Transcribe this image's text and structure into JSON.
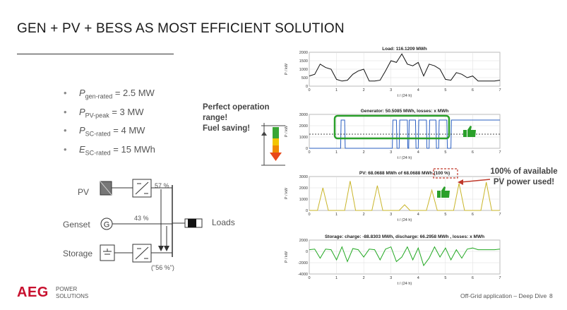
{
  "title": "GEN + PV + BESS AS MOST EFFICIENT SOLUTION",
  "params": [
    {
      "sym": "P",
      "sub": "gen-rated",
      "val": " = 2.5 MW"
    },
    {
      "sym": "P",
      "sub": "PV-peak",
      "val": " = 3 MW"
    },
    {
      "sym": "P",
      "sub": "SC-rated",
      "val": " = 4 MW"
    },
    {
      "sym": "E",
      "sub": "SC-rated",
      "val": " = 15 MWh"
    }
  ],
  "callout_left": [
    "Perfect operation",
    "range!",
    "Fuel saving!"
  ],
  "callout_right": [
    "100% of available",
    "PV power used!"
  ],
  "diagram": {
    "pv": "PV",
    "genset": "Genset",
    "storage": "Storage",
    "loads": "Loads",
    "pct_pv": "57 %",
    "pct_gen": "43 %",
    "pct_storage": "(\"56 %\")",
    "gen_symbol": "G"
  },
  "footer": {
    "logo": "AEG",
    "sub1": "POWER",
    "sub2": "SOLUTIONS",
    "right": "Off-Grid application – Deep Dive",
    "page": "8"
  },
  "colors": {
    "load": "#111111",
    "generator": "#2a5fc2",
    "pv": "#c9b52a",
    "storage": "#22a822",
    "highlight_box": "#2aa02a",
    "dashed_box": "#c0392b"
  },
  "chart_data": [
    {
      "type": "line",
      "title": "Load: 116.1209 MWh",
      "xlabel": "t / (24 h)",
      "ylabel": "P / kW",
      "xlim": [
        0,
        7
      ],
      "ylim": [
        0,
        2000
      ],
      "xticks": [
        0,
        1,
        2,
        3,
        4,
        5,
        6,
        7
      ],
      "yticks": [
        0,
        500,
        1000,
        1500,
        2000
      ],
      "series": [
        {
          "x": [
            0,
            0.2,
            0.4,
            0.6,
            0.8,
            1.0,
            1.2,
            1.4,
            1.6,
            1.8,
            2.0,
            2.2,
            2.4,
            2.6,
            2.8,
            3.0,
            3.2,
            3.4,
            3.6,
            3.8,
            4.0,
            4.2,
            4.4,
            4.6,
            4.8,
            5.0,
            5.2,
            5.4,
            5.6,
            5.8,
            6.0,
            6.2,
            6.4,
            6.6,
            6.8,
            7.0
          ],
          "y": [
            600,
            700,
            1300,
            1100,
            1000,
            400,
            300,
            350,
            700,
            900,
            1000,
            300,
            300,
            350,
            900,
            1500,
            1400,
            1900,
            1300,
            1200,
            1400,
            600,
            1300,
            1200,
            1000,
            400,
            350,
            800,
            700,
            500,
            600,
            300,
            300,
            300,
            300,
            350
          ]
        }
      ]
    },
    {
      "type": "line",
      "title": "Generator: 50.5085 MWh, losses: x MWh",
      "xlabel": "t / (24 h)",
      "ylabel": "P / kW",
      "xlim": [
        0,
        7
      ],
      "ylim": [
        0,
        3000
      ],
      "xticks": [
        0,
        1,
        2,
        3,
        4,
        5,
        6,
        7
      ],
      "yticks": [
        0,
        1000,
        2000,
        3000
      ],
      "series": [
        {
          "x": [
            0,
            1.15,
            1.17,
            1.3,
            1.32,
            3.05,
            3.07,
            3.2,
            3.22,
            3.3,
            3.32,
            3.6,
            3.62,
            3.65,
            3.67,
            3.9,
            3.92,
            4.0,
            4.02,
            4.3,
            4.32,
            4.4,
            4.42,
            4.65,
            4.67,
            4.75,
            4.77,
            5.05,
            5.07,
            5.2,
            5.22,
            7
          ],
          "y": [
            0,
            0,
            2500,
            2500,
            0,
            0,
            2500,
            2500,
            0,
            0,
            2500,
            2500,
            0,
            0,
            2500,
            2500,
            0,
            0,
            2500,
            2500,
            0,
            0,
            2500,
            2500,
            0,
            0,
            2500,
            2500,
            0,
            0,
            2500,
            2500
          ]
        }
      ]
    },
    {
      "type": "line",
      "title": "PV: 68.0688 MWh of 68.0688 MWh (100 %)",
      "xlabel": "t / (24 h)",
      "ylabel": "P / kW",
      "xlim": [
        0,
        7
      ],
      "ylim": [
        0,
        3000
      ],
      "xticks": [
        0,
        1,
        2,
        3,
        4,
        5,
        6,
        7
      ],
      "yticks": [
        0,
        1000,
        2000,
        3000
      ],
      "series": [
        {
          "x": [
            0,
            0.3,
            0.5,
            0.7,
            0.9,
            1.3,
            1.5,
            1.7,
            1.9,
            2.3,
            2.5,
            2.7,
            2.9,
            3.3,
            3.5,
            3.7,
            3.9,
            4.3,
            4.5,
            4.7,
            4.9,
            5.3,
            5.5,
            5.7,
            5.9,
            6.3,
            6.5,
            6.7,
            6.9,
            7
          ],
          "y": [
            0,
            0,
            2000,
            0,
            0,
            0,
            2600,
            0,
            0,
            0,
            2200,
            0,
            0,
            0,
            500,
            0,
            0,
            0,
            1800,
            0,
            0,
            0,
            2400,
            0,
            0,
            0,
            2500,
            0,
            0,
            0
          ]
        }
      ]
    },
    {
      "type": "line",
      "title": "Storage: charge: -88.8303 MWh, discharge: 66.2958 MWh , losses: x MWh",
      "xlabel": "t / (24 h)",
      "ylabel": "P / kW",
      "xlim": [
        0,
        7
      ],
      "ylim": [
        -4000,
        2000
      ],
      "xticks": [
        0,
        1,
        2,
        3,
        4,
        5,
        6,
        7
      ],
      "yticks": [
        -4000,
        -2000,
        0,
        2000
      ],
      "series": [
        {
          "x": [
            0,
            0.2,
            0.4,
            0.6,
            0.8,
            1.0,
            1.2,
            1.4,
            1.6,
            1.8,
            2.0,
            2.2,
            2.4,
            2.6,
            2.8,
            3.0,
            3.2,
            3.4,
            3.6,
            3.8,
            4.0,
            4.2,
            4.4,
            4.6,
            4.8,
            5.0,
            5.2,
            5.4,
            5.6,
            5.8,
            6.0,
            6.2,
            6.4,
            6.6,
            6.8,
            7.0
          ],
          "y": [
            300,
            400,
            -1200,
            400,
            300,
            -1500,
            800,
            -1800,
            500,
            300,
            -1000,
            400,
            300,
            -1500,
            400,
            800,
            -1800,
            -1000,
            800,
            -1500,
            600,
            -2500,
            -1200,
            800,
            -1000,
            600,
            -1500,
            300,
            -1200,
            400,
            600,
            300,
            300,
            300,
            300,
            400
          ]
        }
      ]
    }
  ]
}
